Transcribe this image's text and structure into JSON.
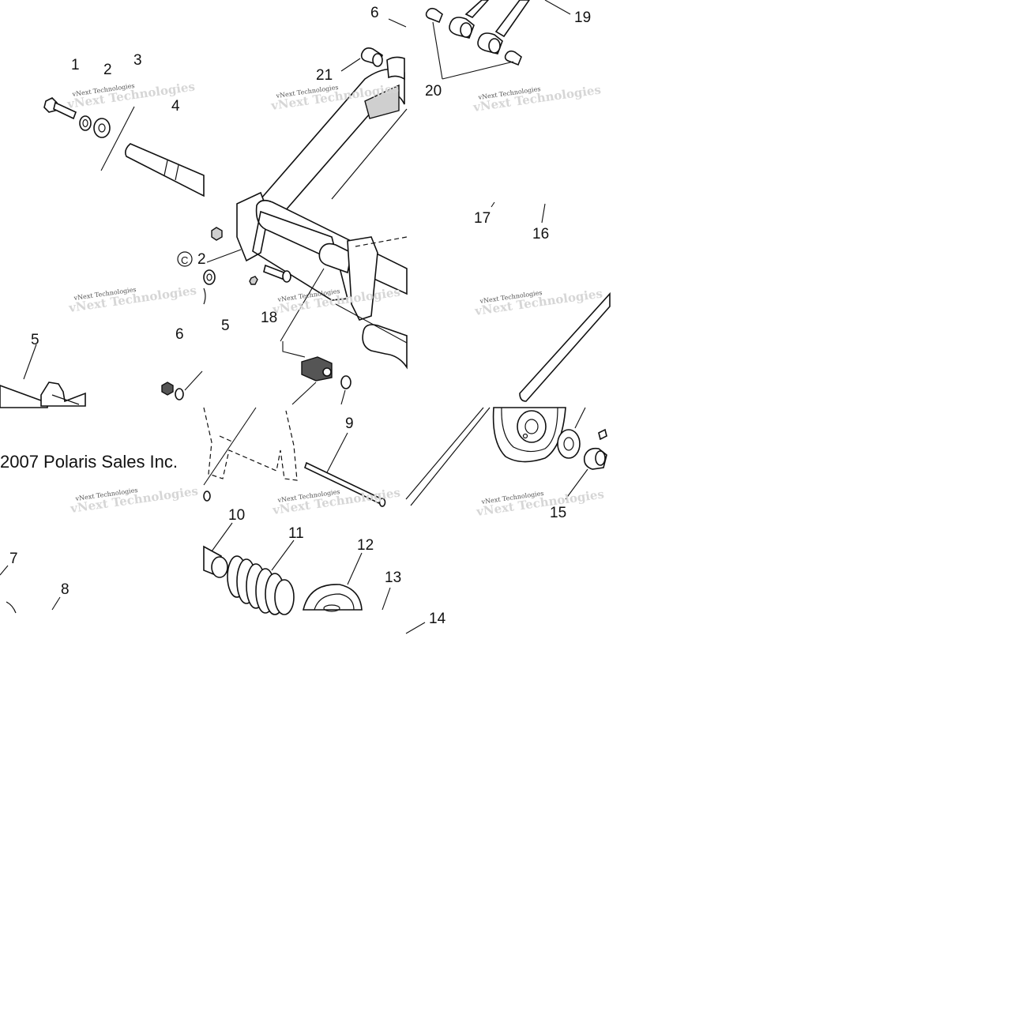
{
  "copyright": "2007 Polaris Sales Inc.",
  "copyright_symbol": "C",
  "watermark": {
    "line1": "vNext Technologies",
    "line2": "vNext Technologies"
  },
  "callouts": {
    "n1": "1",
    "n2": "2",
    "n3": "3",
    "n4": "4",
    "n5a": "5",
    "n5b": "5",
    "n6a": "6",
    "n6b": "6",
    "n7": "7",
    "n8": "8",
    "n9": "9",
    "n10": "10",
    "n11": "11",
    "n12": "12",
    "n13": "13",
    "n14": "14",
    "n15": "15",
    "n16": "16",
    "n17": "17",
    "n18": "18",
    "n19": "19",
    "n20": "20",
    "n21": "21"
  }
}
